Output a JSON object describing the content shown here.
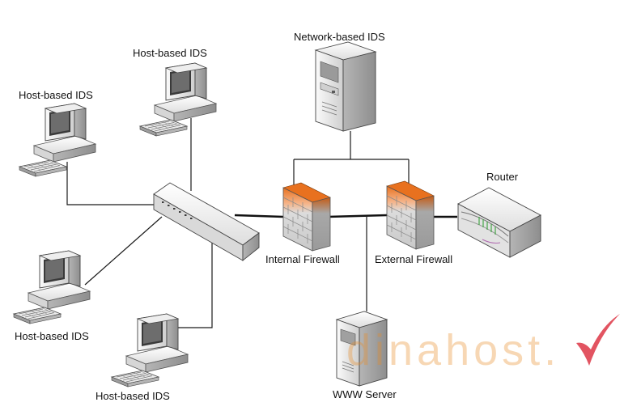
{
  "labels": {
    "network_ids": "Network-based IDS",
    "host_ids_top": "Host-based IDS",
    "host_ids_left_top": "Host-based IDS",
    "host_ids_left_bottom": "Host-based IDS",
    "host_ids_bottom": "Host-based IDS",
    "router": "Router",
    "internal_firewall": "Internal Firewall",
    "external_firewall": "External Firewall",
    "www_server": "WWW Server"
  },
  "watermark": {
    "text": "dinahost.",
    "color": "#e88c28",
    "check_color": "#d81b2c"
  },
  "icons": {
    "host": "desktop-computer-icon",
    "switch": "network-switch-icon",
    "firewall": "firewall-icon",
    "router": "router-icon",
    "server": "tower-server-icon"
  },
  "colors": {
    "line": "#1a1a1a",
    "device_light": "#f2f2f2",
    "device_dark": "#bfbfbf",
    "firewall_top": "#e87a2a",
    "brick": "#cfcfcf"
  }
}
